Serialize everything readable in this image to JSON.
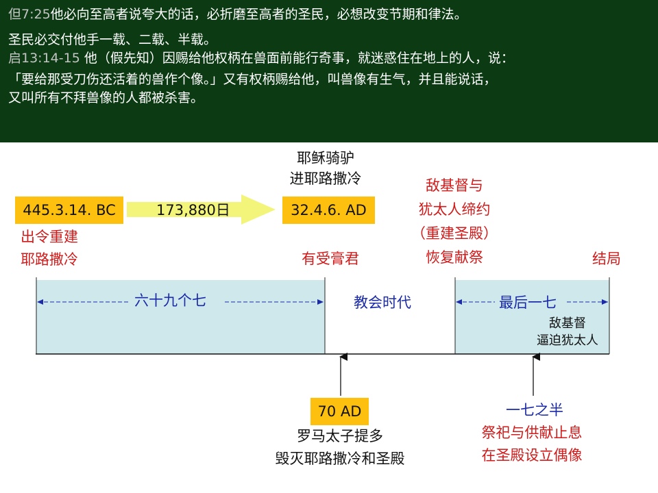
{
  "header": {
    "lines": [
      {
        "ref": "但7:25",
        "text": "他必向至高者说夸大的话，必折磨至高者的圣民，必想改变节期和律法。"
      },
      {
        "ref": "",
        "text": "圣民必交付他手一载、二载、半载。"
      },
      {
        "ref": "启13:14-15",
        "text": " 他（假先知）因赐给他权柄在兽面前能行奇事，就迷惑住在地上的人，说："
      },
      {
        "ref": "",
        "text": "「要给那受刀伤还活着的兽作个像。」又有权柄赐给他，叫兽像有生气，并且能说话，"
      },
      {
        "ref": "",
        "text": "又叫所有不拜兽像的人都被杀害。"
      }
    ]
  },
  "colors": {
    "header_bg": "#0b3a13",
    "highlight_box": "#fdc00f",
    "period_fill": "#cfe8ec",
    "arrow_fill": "#f3f57a",
    "red_text": "#d11a1a",
    "blue_text": "#1a2aa8"
  },
  "timeline": {
    "start_box": "445.3.14. BC",
    "arrow_label": "173,880日",
    "end_box": "32.4.6. AD",
    "start_note": [
      "出令重建",
      "耶路撒冷"
    ],
    "end_note_top": [
      "耶稣骑驴",
      "进耶路撒冷"
    ],
    "end_note_bottom": "有受膏君",
    "covenant_note": [
      "敌基督与",
      "犹太人缔约",
      "（重建圣殿）",
      "恢复献祭"
    ],
    "ending": "结局",
    "period1": "六十九个七",
    "church_age": "教会时代",
    "period2": "最后一七",
    "antichrist_note": [
      "敌基督",
      "逼迫犹太人"
    ],
    "ad70_box": "70 AD",
    "ad70_note": [
      "罗马太子提多",
      "毁灭耶路撒冷和圣殿"
    ],
    "mid_week_title": "一七之半",
    "mid_week_note": [
      "祭祀与供献止息",
      "在圣殿设立偶像"
    ]
  }
}
